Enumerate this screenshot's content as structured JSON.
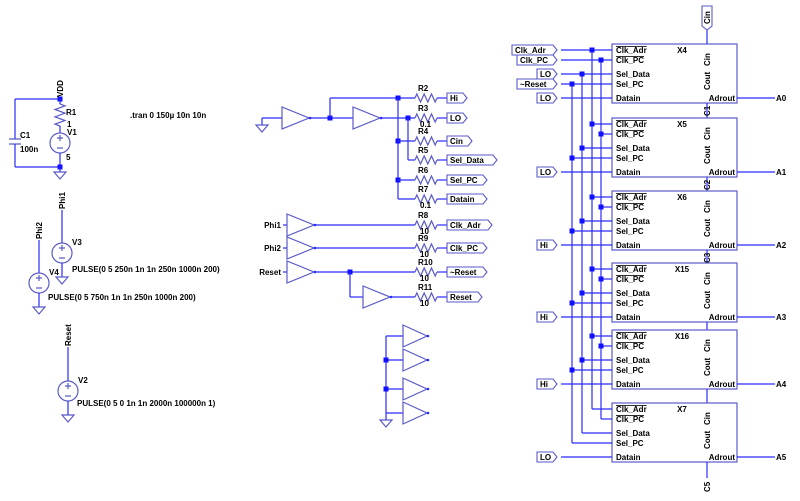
{
  "colors": {
    "wire": "#2b2bff",
    "component": "#5a5ac8",
    "junction": "#1010ff",
    "background": "#ffffff"
  },
  "directive": ".tran 0 150µ 10n 10n",
  "supply": {
    "net": "VDD",
    "r1": {
      "name": "R1",
      "value": "1"
    },
    "v1": {
      "name": "V1",
      "value": "5"
    },
    "c1": {
      "name": "C1",
      "value": "100n"
    }
  },
  "sources": [
    {
      "net": "Phi1",
      "name": "V3",
      "value": "PULSE(0 5 250n 1n 1n 250n 1000n 200)"
    },
    {
      "net": "Phi2",
      "name": "V4",
      "value": "PULSE(0 5 750n 1n 1n 250n 1000n 200)"
    },
    {
      "net": "Reset",
      "name": "V2",
      "value": "PULSE(0 5 0 1n 1n 2000n 100000n 1)"
    }
  ],
  "buffer_inputs": [
    "Phi1",
    "Phi2",
    "Reset"
  ],
  "resistors": [
    {
      "name": "R2",
      "value": "",
      "net": "Hi"
    },
    {
      "name": "R3",
      "value": "0.1",
      "net": "LO"
    },
    {
      "name": "R4",
      "value": "",
      "net": "Cin"
    },
    {
      "name": "R5",
      "value": "",
      "net": "Sel_Data"
    },
    {
      "name": "R6",
      "value": "",
      "net": "Sel_PC"
    },
    {
      "name": "R7",
      "value": "0.1",
      "net": "Datain"
    },
    {
      "name": "R8",
      "value": "10",
      "net": "Clk_Adr"
    },
    {
      "name": "R9",
      "value": "10",
      "net": "Clk_PC"
    },
    {
      "name": "R10",
      "value": "10",
      "net": "~Reset"
    },
    {
      "name": "R11",
      "value": "10",
      "net": "Reset"
    }
  ],
  "subcircuit_pins": {
    "clk_adr": "Clk_Adr",
    "clk_pc": "Clk_PC",
    "sel_data": "Sel_Data",
    "sel_pc": "Sel_PC",
    "datain": "Datain",
    "cin": "Cin",
    "cout": "Cout",
    "adrout": "Adrout"
  },
  "bus_flags": [
    "Clk_Adr",
    "Clk_PC",
    "LO",
    "~Reset"
  ],
  "top_cin_net": "Cin",
  "bottom_cout_net": "C5",
  "blocks": [
    {
      "name": "X4",
      "datain_net": "LO",
      "output": "A0",
      "carry_below": "C1"
    },
    {
      "name": "X5",
      "datain_net": "LO",
      "output": "A1",
      "carry_below": "C2"
    },
    {
      "name": "X6",
      "datain_net": "Hi",
      "output": "A2",
      "carry_below": "C3"
    },
    {
      "name": "X15",
      "datain_net": "Hi",
      "output": "A3",
      "carry_below": ""
    },
    {
      "name": "X16",
      "datain_net": "Hi",
      "output": "A4",
      "carry_below": ""
    },
    {
      "name": "X7",
      "datain_net": "LO",
      "output": "A5",
      "carry_below": ""
    }
  ]
}
